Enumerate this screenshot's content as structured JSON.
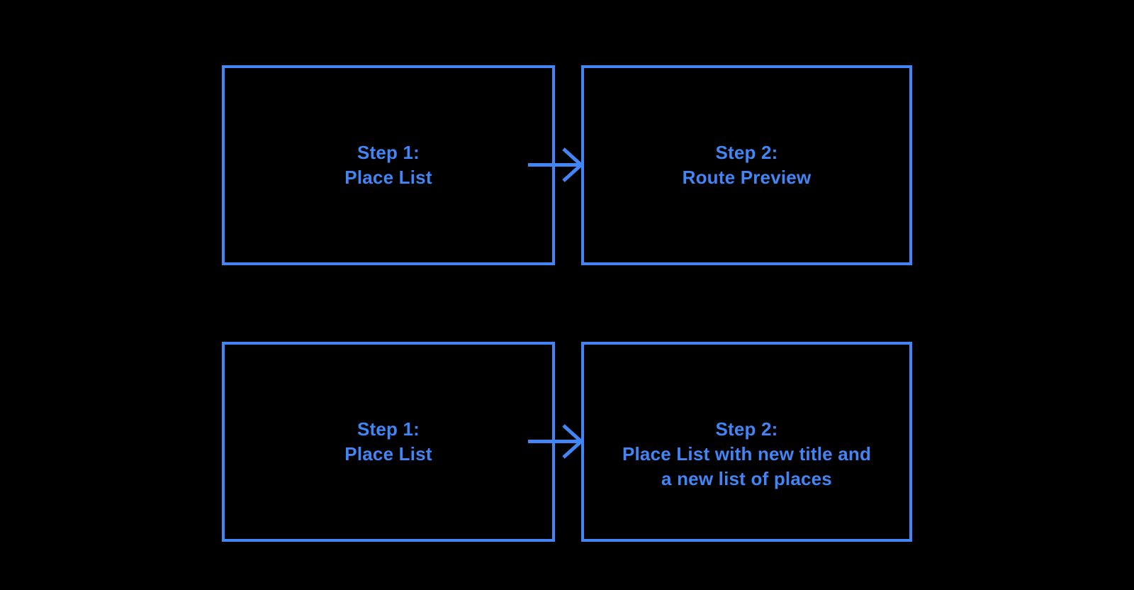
{
  "diagram": {
    "background": "#000000",
    "accent": "#4285F4",
    "flows": [
      {
        "name": "route-preview-flow",
        "from": {
          "lines": [
            "Step 1:",
            "Place List"
          ]
        },
        "arrow_icon": "arrow-right",
        "to": {
          "lines": [
            "Step 2:",
            "Route Preview"
          ]
        }
      },
      {
        "name": "new-place-list-flow",
        "from": {
          "lines": [
            "Step 1:",
            "Place List"
          ]
        },
        "arrow_icon": "arrow-right",
        "to": {
          "lines": [
            "Step 2:",
            "Place List with new title and",
            "a new list of places"
          ]
        }
      }
    ]
  }
}
